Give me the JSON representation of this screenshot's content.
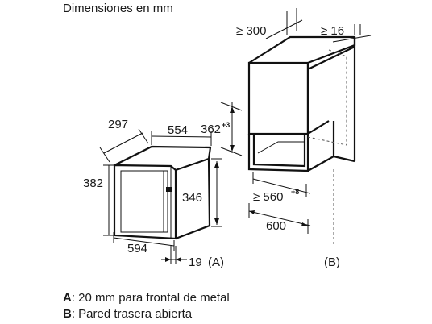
{
  "title": "Dimensiones en mm",
  "dimensions": {
    "appliance_depth": "297",
    "appliance_width_top": "554",
    "appliance_height": "382",
    "door_height": "346",
    "appliance_width_front": "594",
    "front_offset": "19",
    "front_offset_ref": "(A)",
    "cabinet_depth": "≥ 300",
    "cabinet_gap": "≥ 16",
    "niche_height": "362",
    "niche_height_tol": "+3",
    "niche_width": "≥ 560",
    "niche_width_tol": "+8",
    "cabinet_width": "600",
    "rear_ref": "(B)"
  },
  "legend": {
    "a_key": "A",
    "a_text": ": 20 mm para frontal de metal",
    "b_key": "B",
    "b_text": ": Pared trasera abierta"
  }
}
